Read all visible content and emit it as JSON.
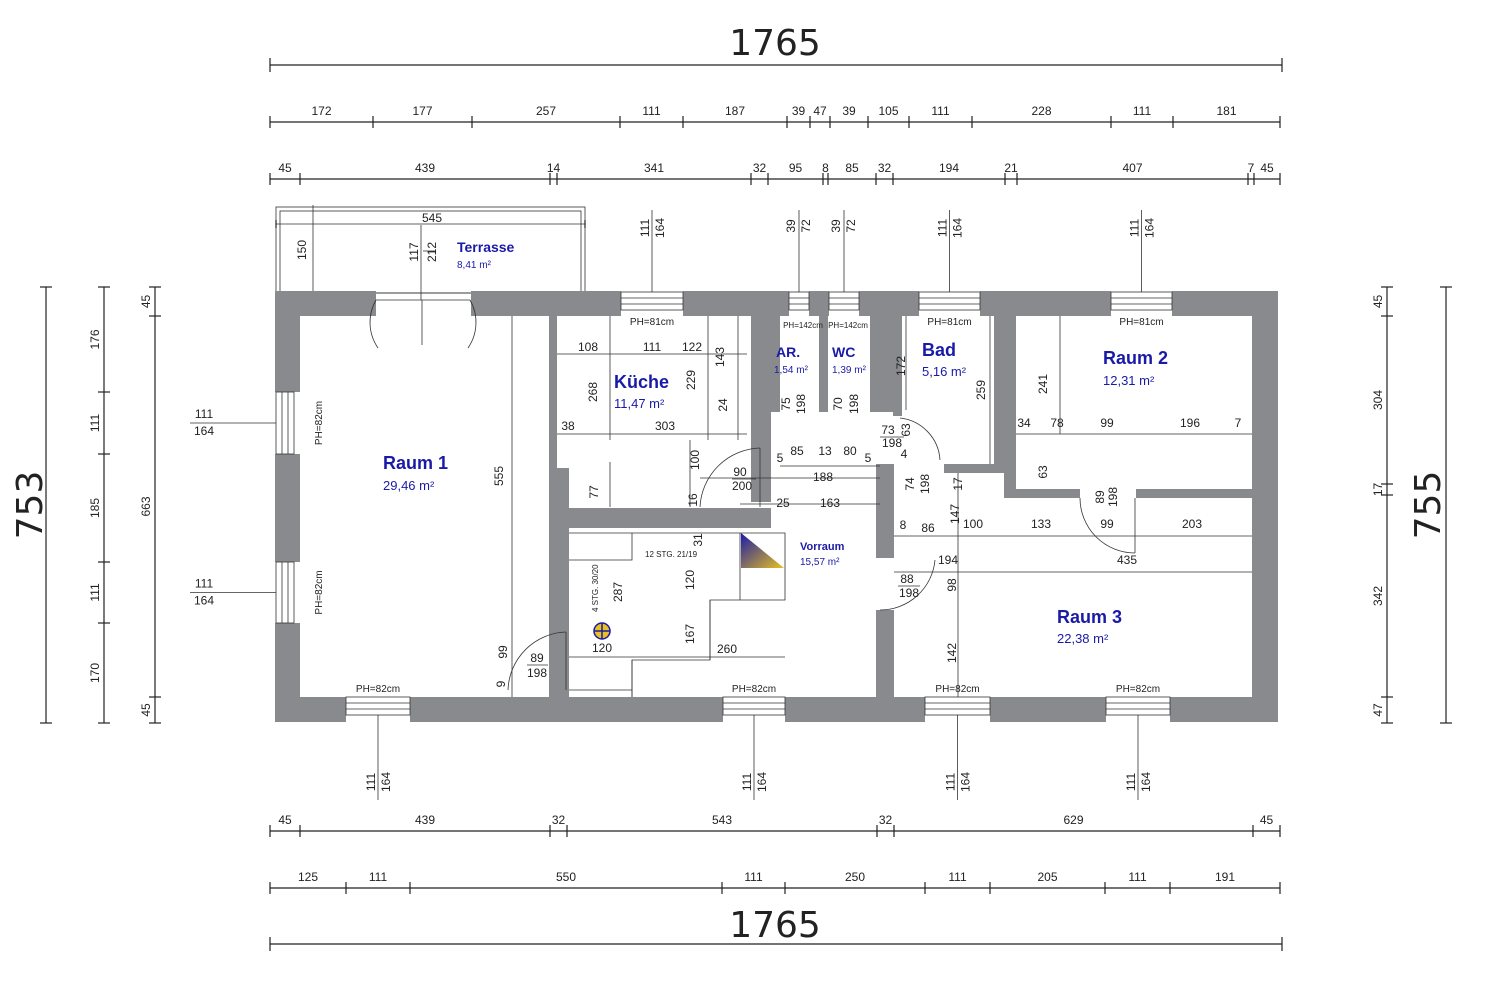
{
  "overall": {
    "width_top": "1765",
    "width_bottom": "1765",
    "height_left": "753",
    "height_right": "755"
  },
  "dims": {
    "top_row1": [
      "172",
      "177",
      "257",
      "111",
      "187",
      "39",
      "47",
      "39",
      "105",
      "111",
      "228",
      "111",
      "181"
    ],
    "top_row2": [
      "45",
      "439",
      "14",
      "341",
      "32",
      "95",
      "8",
      "85",
      "32",
      "194",
      "21",
      "407",
      "7",
      "45"
    ],
    "bottom_row1": [
      "45",
      "439",
      "32",
      "543",
      "32",
      "629",
      "45"
    ],
    "bottom_row2": [
      "125",
      "111",
      "550",
      "111",
      "250",
      "111",
      "205",
      "111",
      "191"
    ],
    "left_row1": [
      "176",
      "111",
      "185",
      "111",
      "170"
    ],
    "left_row2": [
      "45",
      "663",
      "45"
    ],
    "right_row": [
      "45",
      "304",
      "17",
      "342",
      "47"
    ]
  },
  "rooms": {
    "raum1": {
      "name": "Raum 1",
      "area": "29,46 m²"
    },
    "kueche": {
      "name": "Küche",
      "area": "11,47 m²"
    },
    "ar": {
      "name": "AR.",
      "area": "1,54 m²"
    },
    "wc": {
      "name": "WC",
      "area": "1,39 m²"
    },
    "bad": {
      "name": "Bad",
      "area": "5,16 m²"
    },
    "raum2": {
      "name": "Raum 2",
      "area": "12,31 m²"
    },
    "terrasse": {
      "name": "Terrasse",
      "area": "8,41 m²"
    },
    "vorraum": {
      "name": "Vorraum",
      "area": "15,57 m²"
    },
    "raum3": {
      "name": "Raum 3",
      "area": "22,38 m²"
    }
  },
  "windows": {
    "top_label": "PH=81cm",
    "small_label": "PH=142cm",
    "side_label": "PH=82cm",
    "bottom_label": "PH=82cm",
    "frac_top": "111",
    "frac_bottom": "164"
  },
  "interior_dims": {
    "terrasse_w": "545",
    "terrasse_h": "150",
    "terrasse_door_a": "117",
    "terrasse_door_b": "212",
    "k1": "108",
    "k2": "111",
    "k3": "122",
    "k4": "143",
    "k5": "268",
    "k6": "229",
    "k7": "24",
    "k8": "38",
    "k9": "303",
    "k10": "100",
    "k11": "77",
    "k12": "16",
    "d90": "90",
    "d200": "200",
    "v188": "188",
    "v25": "25",
    "v163": "163",
    "ar75": "75",
    "ar198": "198",
    "wc70": "70",
    "wc198": "198",
    "s85": "85",
    "s13": "13",
    "s80": "80",
    "s5": "5",
    "s5b": "5",
    "bad172": "172",
    "bad259": "259",
    "bd73": "73",
    "bd198": "198",
    "bd63": "63",
    "bd4": "4",
    "b74": "74",
    "b198": "198",
    "b17": "17",
    "b147": "147",
    "r2_241": "241",
    "r2_34": "34",
    "r2_78": "78",
    "r2_99": "99",
    "r2_196": "196",
    "r2_7": "7",
    "r2_63": "63",
    "r2d89": "89",
    "r2d198": "198",
    "h8": "8",
    "h86": "86",
    "h100": "100",
    "h133": "133",
    "h99": "99",
    "h203": "203",
    "h194": "194",
    "h435": "435",
    "r3d88": "88",
    "r3d198": "198",
    "r3_98": "98",
    "r3_142": "142",
    "r1_555": "555",
    "r1_99": "99",
    "r1_9": "9",
    "r1d89": "89",
    "r1d198": "198",
    "st_label": "12 STG. 21/19",
    "st_label2": "4 STG. 30/20",
    "st287": "287",
    "st120": "120",
    "st120b": "120",
    "st167": "167",
    "st260": "260",
    "st31": "31"
  }
}
